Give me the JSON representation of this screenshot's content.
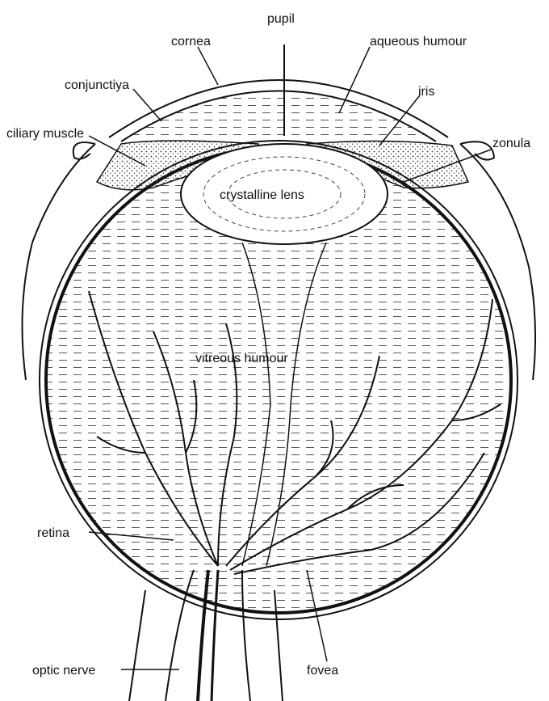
{
  "diagram": {
    "labels": {
      "pupil": "pupil",
      "cornea": "cornea",
      "aqueous_humour": "aqueous humour",
      "conjunctiva": "conjunctiya",
      "iris": "iris",
      "ciliary_muscle": "ciliary muscle",
      "zonula": "zonula",
      "crystalline_lens": "crystalline lens",
      "vitreous_humour": "vitreous humour",
      "retina": "retina",
      "optic_nerve": "optic nerve",
      "fovea": "fovea"
    },
    "colors": {
      "ink": "#111111",
      "paper": "#ffffff"
    }
  }
}
